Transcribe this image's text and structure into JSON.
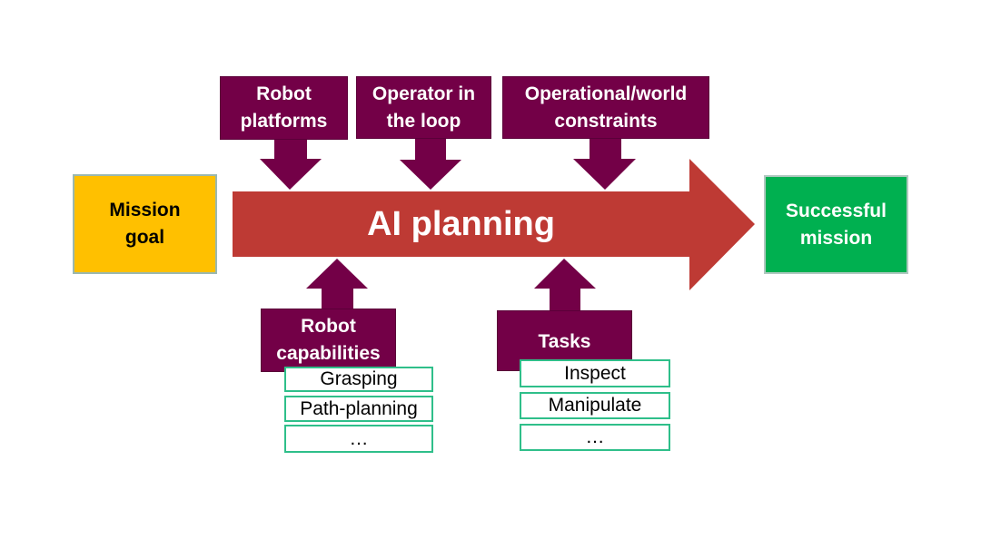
{
  "colors": {
    "maroon": "#730047",
    "main_arrow": "#BE3A34",
    "goal": "#FFC000",
    "success": "#00B050",
    "sub_border": "#2FBF8A"
  },
  "start": {
    "label": "Mission goal"
  },
  "end": {
    "label": "Successful mission"
  },
  "main_arrow": {
    "label": "AI planning"
  },
  "top_inputs": [
    {
      "label": "Robot platforms"
    },
    {
      "label": "Operator in the loop"
    },
    {
      "label": "Operational/world constraints"
    }
  ],
  "bottom_inputs": [
    {
      "label": "Robot capabilities",
      "items": [
        "Grasping",
        "Path-planning",
        "…"
      ]
    },
    {
      "label": "Tasks",
      "items": [
        "Inspect",
        "Manipulate",
        "…"
      ]
    }
  ]
}
